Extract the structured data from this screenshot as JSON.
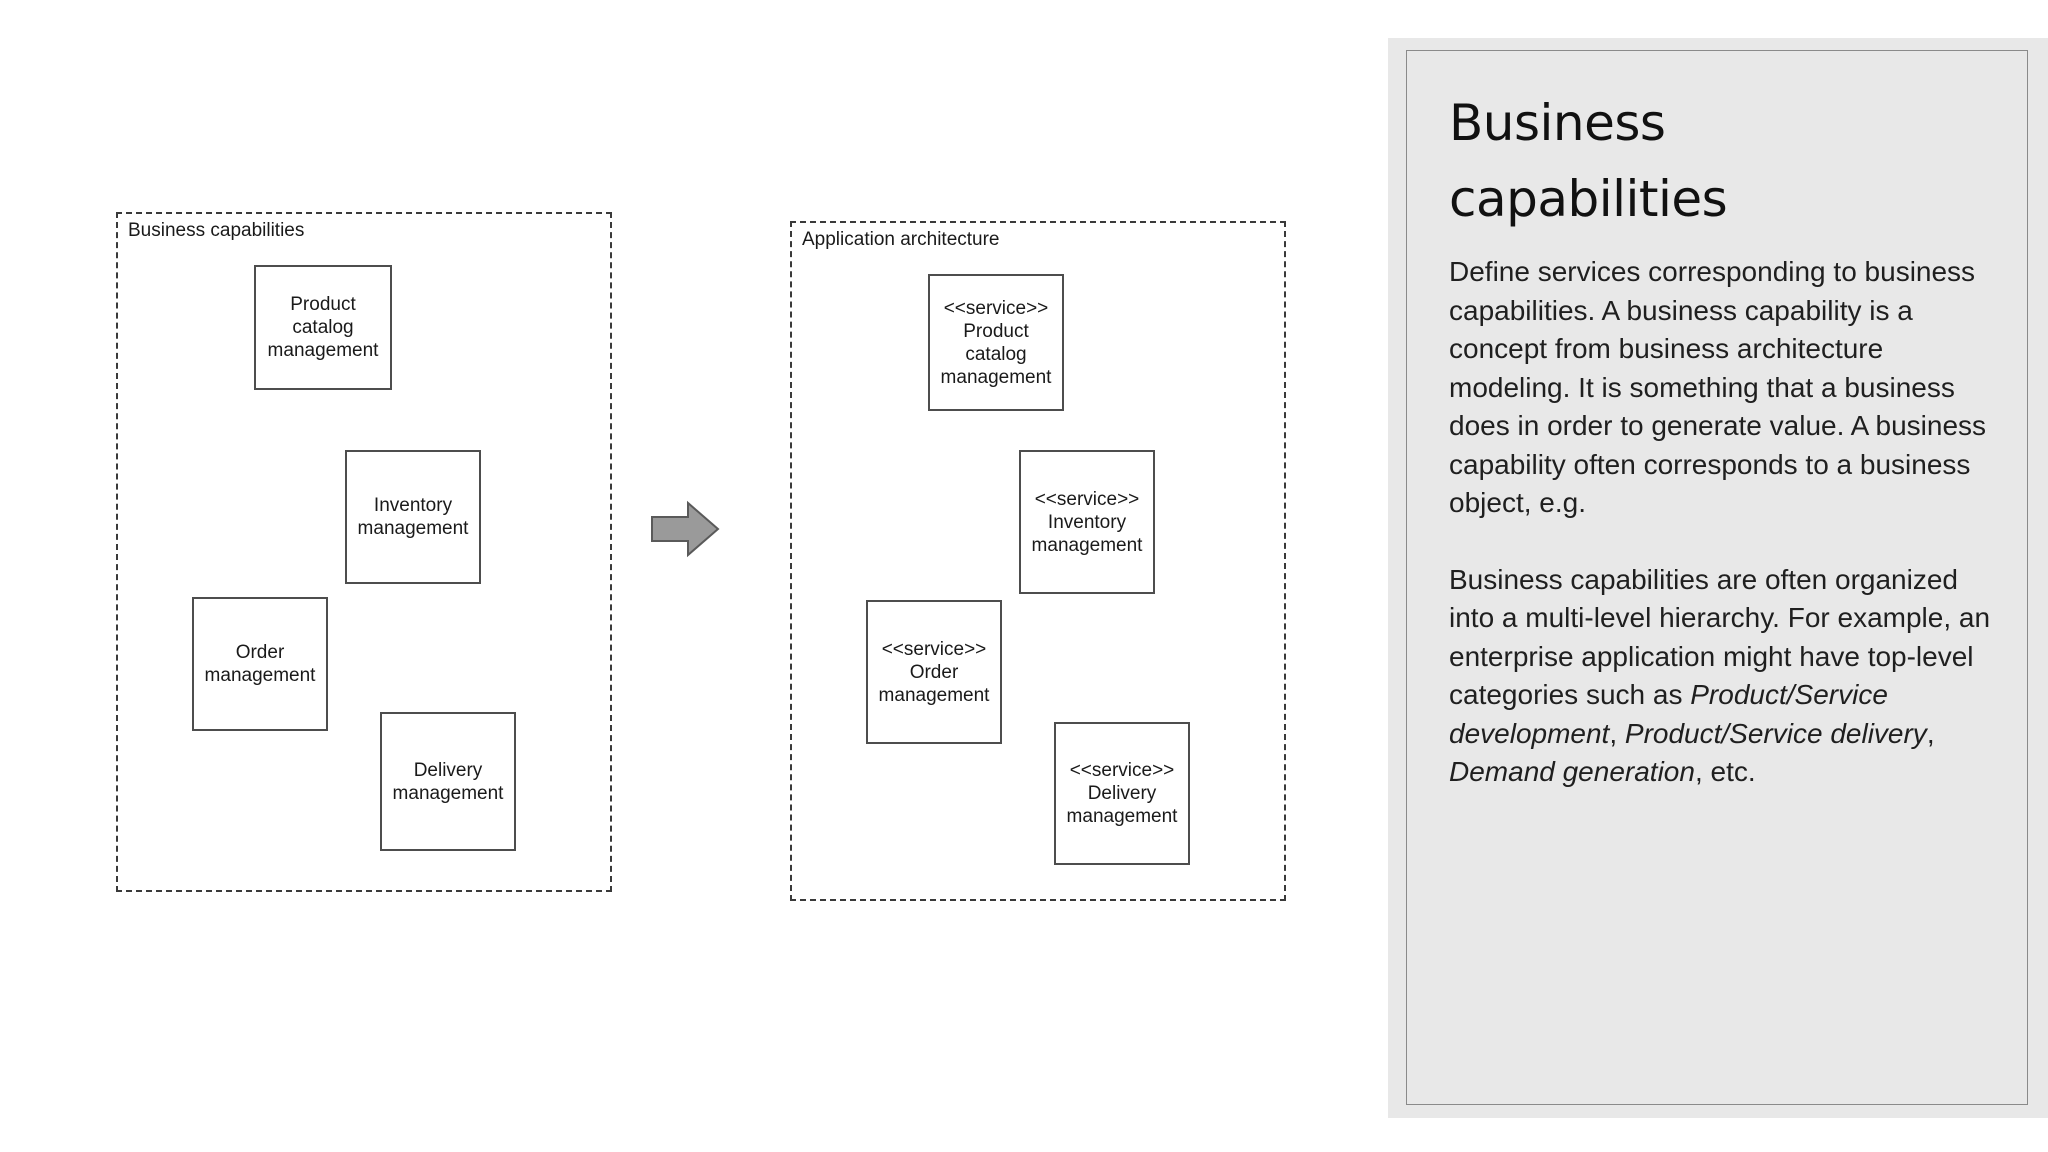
{
  "diagram": {
    "left_package": {
      "label": "Business capabilities",
      "nodes": [
        {
          "name": "Product catalog management",
          "text": "Product\ncatalog\nmanagement"
        },
        {
          "name": "Inventory management",
          "text": "Inventory\nmanagement"
        },
        {
          "name": "Order management",
          "text": "Order\nmanagement"
        },
        {
          "name": "Delivery management",
          "text": "Delivery\nmanagement"
        }
      ]
    },
    "right_package": {
      "label": "Application architecture",
      "nodes": [
        {
          "name": "Product catalog service",
          "text": "<<service>>\nProduct\ncatalog\nmanagement"
        },
        {
          "name": "Inventory service",
          "text": "<<service>>\nInventory\nmanagement"
        },
        {
          "name": "Order service",
          "text": "<<service>>\nOrder\nmanagement"
        },
        {
          "name": "Delivery service",
          "text": "<<service>>\nDelivery\nmanagement"
        }
      ]
    },
    "arrow": {
      "name": "transformation-arrow",
      "direction": "right",
      "fill": "#9a9a9a",
      "stroke": "#5a5a5a"
    },
    "colors": {
      "package_border": "#3a3a3a",
      "node_border": "#4d4d4d",
      "node_fill": "#ffffff",
      "text": "#1a1a1a"
    }
  },
  "panel": {
    "heading": "Business\ncapabilities",
    "background": "#e8e8e8",
    "border": "#8a8a8a",
    "paragraph_1": "Define services corresponding to business capabilities. A business capability is a concept from business architecture modeling. It is something that a business does in order to generate value. A business capability often corresponds to a business object, e.g.",
    "paragraph_2": {
      "lead": "Business capabilities are often organized into a multi-level hierarchy. For example, an enterprise application might have top-level categories such as ",
      "italic_1": "Product/Service development",
      "sep_1": ", ",
      "italic_2": "Product/Service delivery",
      "sep_2": ", ",
      "italic_3": "Demand generation",
      "tail": ", etc."
    }
  }
}
